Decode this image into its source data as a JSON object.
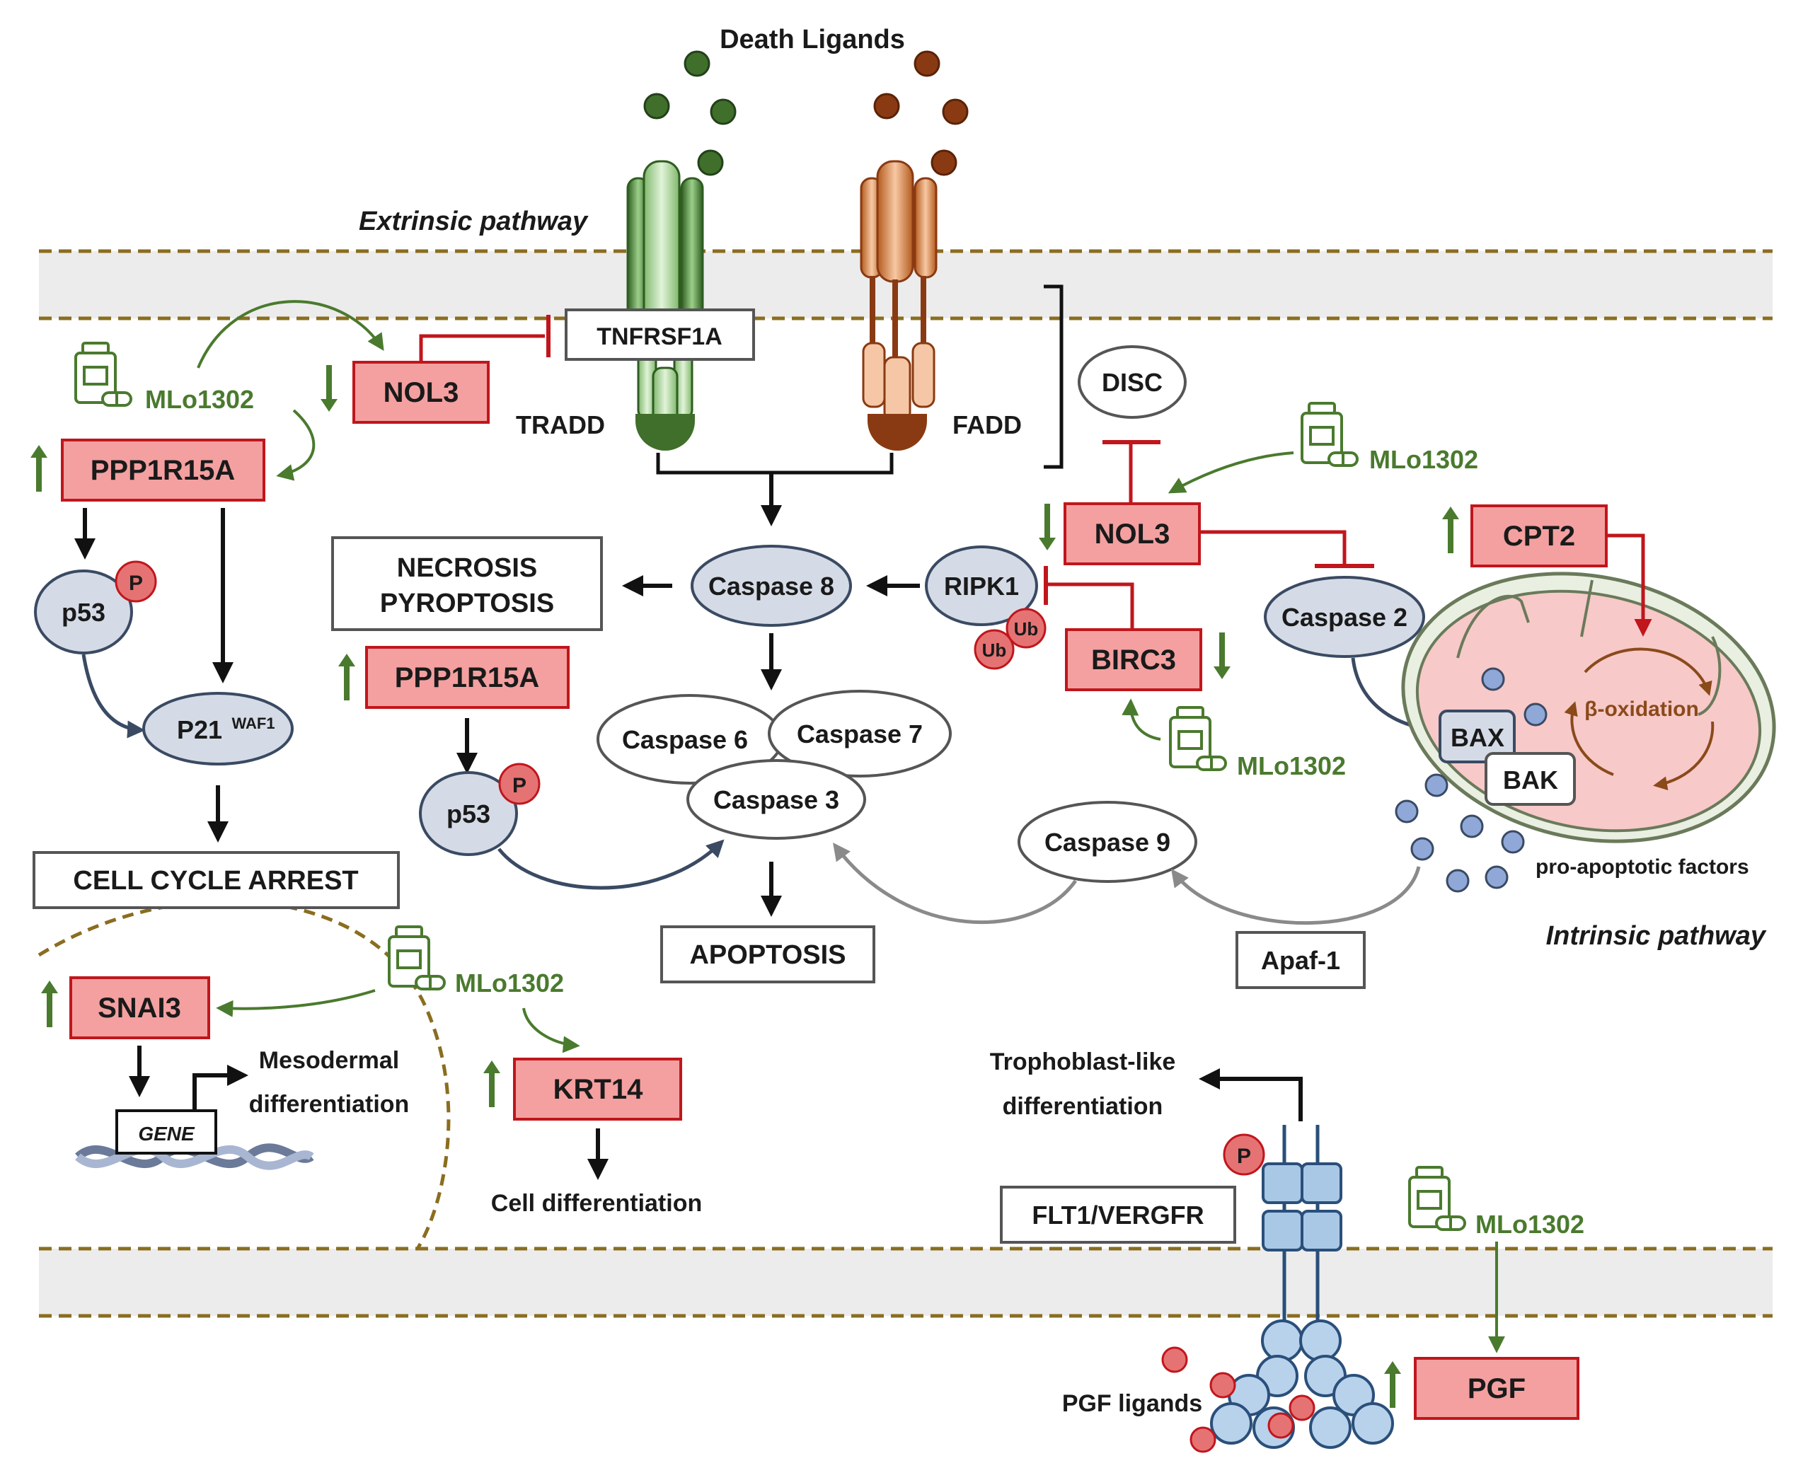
{
  "labels": {
    "death_ligands": "Death Ligands",
    "extrinsic_pathway": "Extrinsic pathway",
    "intrinsic_pathway": "Intrinsic pathway",
    "tnfrsf1a": "TNFRSF1A",
    "tradd": "TRADD",
    "fadd": "FADD",
    "disc": "DISC",
    "necrosis": "NECROSIS",
    "pyroptosis": "PYROPTOSIS",
    "caspase8": "Caspase 8",
    "caspase6": "Caspase 6",
    "caspase7": "Caspase 7",
    "caspase3": "Caspase 3",
    "caspase2": "Caspase 2",
    "caspase9": "Caspase 9",
    "ripk1": "RIPK1",
    "ub": "Ub",
    "p53": "p53",
    "p": "P",
    "p21": "P21",
    "waf1": "WAF1",
    "cell_cycle_arrest": "CELL CYCLE ARREST",
    "apoptosis": "APOPTOSIS",
    "apaf1": "Apaf-1",
    "bax": "BAX",
    "bak": "BAK",
    "beta_oxidation": "β-oxidation",
    "pro_apoptotic": "pro-apoptotic factors",
    "mesodermal": "Mesodermal",
    "differentiation": "differentiation",
    "gene": "GENE",
    "cell_differentiation": "Cell differentiation",
    "trophoblast": "Trophoblast-like",
    "flt1": "FLT1/VERGFR",
    "pgf_ligands": "PGF ligands"
  },
  "genes": {
    "nol3": "NOL3",
    "ppp1r15a": "PPP1R15A",
    "cpt2": "CPT2",
    "birc3": "BIRC3",
    "snai3": "SNAI3",
    "krt14": "KRT14",
    "pgf": "PGF"
  },
  "drug": "MLo1302",
  "colors": {
    "membrane_line": "#8a6d1f",
    "membrane_fill": "#ececec",
    "gene_box_fill": "#f4a0a0",
    "gene_box_stroke": "#c0161c",
    "drug_green": "#4a7a2e",
    "inhibit_red": "#c0161c",
    "grey_node": "#d5dbe6",
    "tradd_green": "#3f6f2a",
    "fadd_brown": "#a04a14",
    "vesicle_blue": "#8fa8d8",
    "mito_pink": "#f7c9c9"
  },
  "icons": [
    "pill-bottle-icon",
    "up-arrow-icon",
    "down-arrow-icon",
    "dna-icon",
    "receptor-icon",
    "mitochondrion-icon",
    "ligand-dot-icon"
  ]
}
